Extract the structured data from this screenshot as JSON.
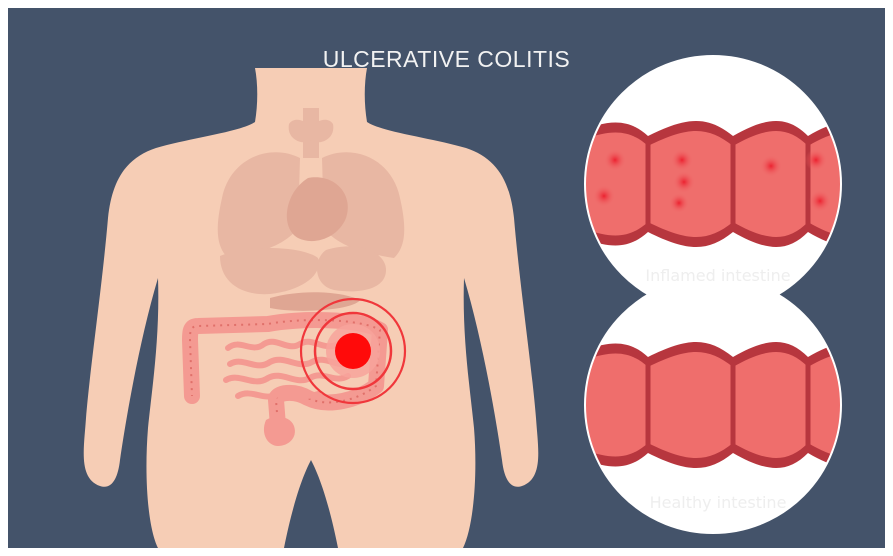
{
  "title": "ULCERATIVE COLITIS",
  "panels": {
    "inflamed": {
      "label": "Inflamed intestine"
    },
    "healthy": {
      "label": "Healthy intestine"
    }
  },
  "colors": {
    "background": "#44536a",
    "skin": "#f6cdb5",
    "organs": "#e8b7a3",
    "intestine": "#f49a92",
    "inflammation": "#ff1010",
    "wall": "#b7363e"
  }
}
